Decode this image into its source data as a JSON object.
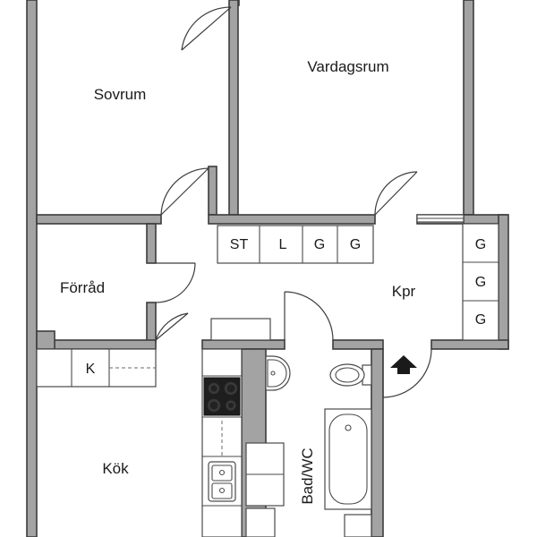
{
  "rooms": {
    "sovrum": "Sovrum",
    "vardagsrum": "Vardagsrum",
    "forrad": "Förråd",
    "kpr": "Kpr",
    "kok": "Kök",
    "badwc": "Bad/WC"
  },
  "cabinets": {
    "hall_row": [
      "ST",
      "L",
      "G",
      "G"
    ],
    "right_column": [
      "G",
      "G",
      "G"
    ],
    "kitchen": "K"
  },
  "colors": {
    "wall_fill": "#a3a3a3",
    "wall_stroke": "#3c3c3c",
    "background": "#ffffff"
  },
  "icons": {
    "entrance": "entrance-arrow-icon",
    "stove": "stove-icon",
    "sink": "sink-icon",
    "toilet": "toilet-icon",
    "bathtub": "bathtub-icon",
    "washbasin": "washbasin-icon"
  }
}
